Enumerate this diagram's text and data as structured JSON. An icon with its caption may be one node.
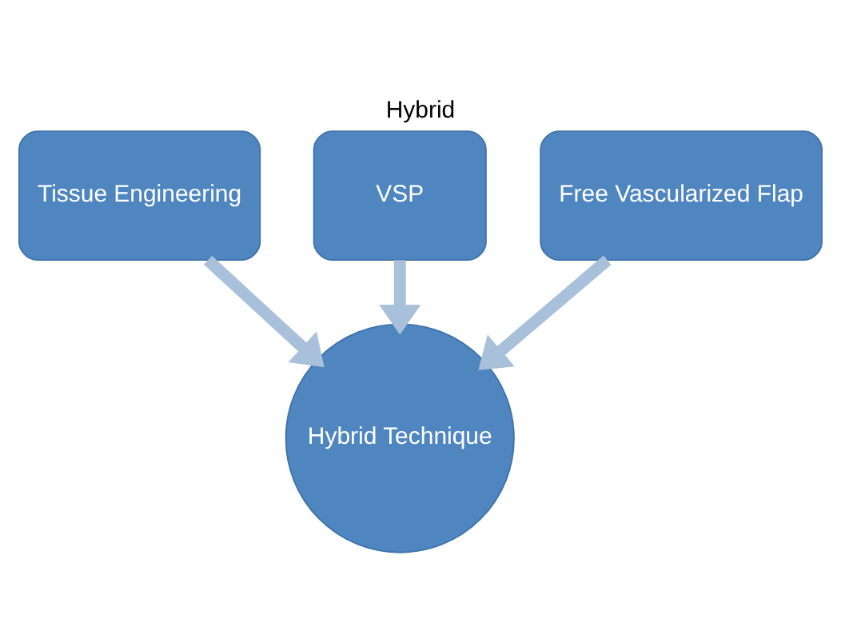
{
  "diagram": {
    "title": "Hybrid",
    "nodes": [
      {
        "text": [
          "VSP"
        ]
      },
      {
        "text": [
          "Tissue Engineering"
        ]
      },
      {
        "text": [
          "Free Vascularized Flap"
        ]
      },
      {
        "text": [
          "Hybrid Technique"
        ]
      }
    ],
    "edges": [
      {
        "from": 0,
        "to": 3,
        "arrow": "to"
      },
      {
        "from": 1,
        "to": 3,
        "arrow": "to"
      },
      {
        "from": 2,
        "to": 3,
        "arrow": "to"
      }
    ]
  }
}
